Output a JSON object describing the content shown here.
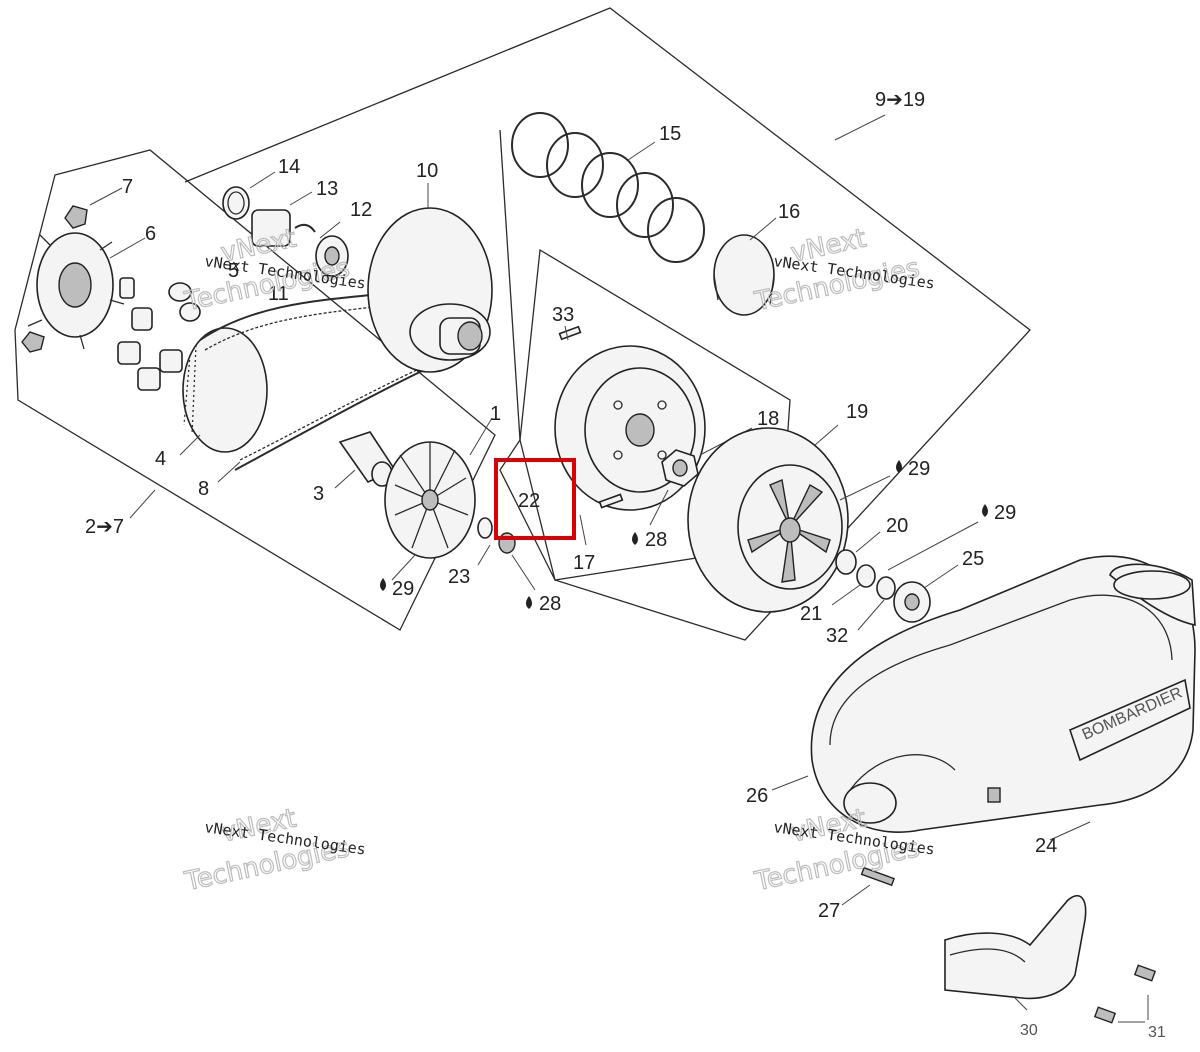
{
  "diagram": {
    "callouts": {
      "c1": "1",
      "c2_7": "2➔7",
      "c3": "3",
      "c4": "4",
      "c5": "5",
      "c6": "6",
      "c7": "7",
      "c8": "8",
      "c9_19": "9➔19",
      "c10": "10",
      "c11": "11",
      "c12": "12",
      "c13": "13",
      "c14": "14",
      "c15": "15",
      "c16": "16",
      "c17": "17",
      "c18": "18",
      "c19": "19",
      "c20": "20",
      "c21": "21",
      "c22": "22",
      "c23": "23",
      "c24": "24",
      "c25": "25",
      "c26": "26",
      "c27": "27",
      "c28a": "28",
      "c28b": "28",
      "c29a": "29",
      "c29b": "29",
      "c29c": "29",
      "c30": "30",
      "c31": "31",
      "c32": "32",
      "c33": "33"
    },
    "watermark": {
      "line_company": "vNext Technologies",
      "line_ghost_1": "vNext",
      "line_ghost_2": "Technologies"
    },
    "cover_brand": "BOMBARDIER",
    "highlight_color": "#d80000"
  }
}
